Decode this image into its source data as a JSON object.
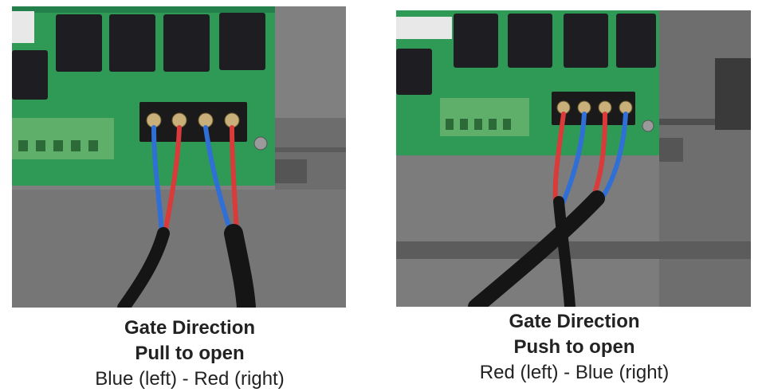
{
  "panels": [
    {
      "photo_subject": "relay-board-terminals-pull-to-open",
      "caption": {
        "title": "Gate Direction",
        "mode": "Pull to open",
        "wiring": "Blue (left) - Red (right)"
      }
    },
    {
      "photo_subject": "relay-board-terminals-push-to-open",
      "caption": {
        "title": "Gate Direction",
        "mode": "Push to open",
        "wiring": "Red (left) - Blue (right)"
      }
    }
  ],
  "colors": {
    "board": "#2f9a56",
    "relay": "#1e1e22",
    "terminal_block": "#1a1a1a",
    "wire_blue": "#2f6fd6",
    "wire_red": "#d93a3a",
    "cable_black": "#151515",
    "housing": "#7a7a7a",
    "connector_green": "#5fae6a"
  }
}
